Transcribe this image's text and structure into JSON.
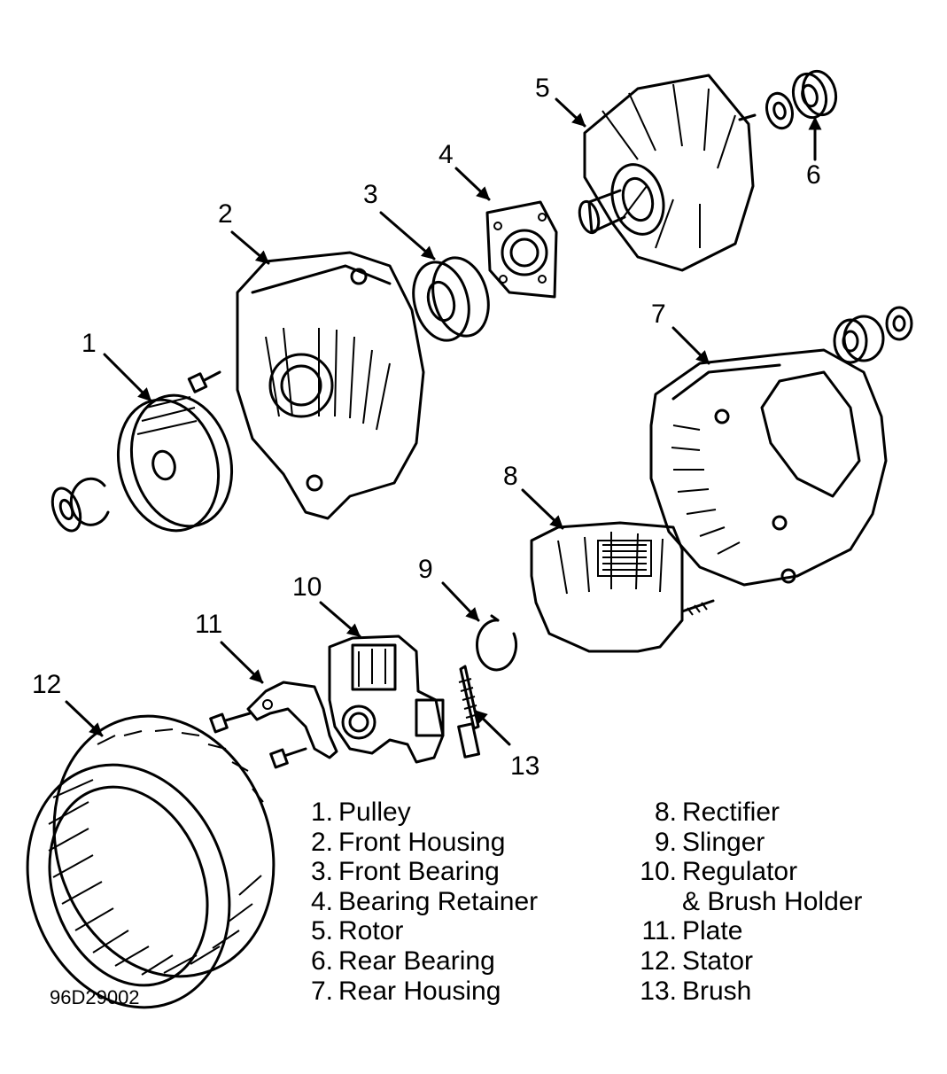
{
  "callouts": [
    {
      "num": "1"
    },
    {
      "num": "2"
    },
    {
      "num": "3"
    },
    {
      "num": "4"
    },
    {
      "num": "5"
    },
    {
      "num": "6"
    },
    {
      "num": "7"
    },
    {
      "num": "8"
    },
    {
      "num": "9"
    },
    {
      "num": "10"
    },
    {
      "num": "11"
    },
    {
      "num": "12"
    },
    {
      "num": "13"
    }
  ],
  "legend_left": [
    {
      "num": "1.",
      "label": "Pulley"
    },
    {
      "num": "2.",
      "label": "Front Housing"
    },
    {
      "num": "3.",
      "label": "Front Bearing"
    },
    {
      "num": "4.",
      "label": "Bearing Retainer"
    },
    {
      "num": "5.",
      "label": "Rotor"
    },
    {
      "num": "6.",
      "label": "Rear Bearing"
    },
    {
      "num": "7.",
      "label": "Rear Housing"
    }
  ],
  "legend_right": [
    {
      "num": "8.",
      "label": "Rectifier"
    },
    {
      "num": "9.",
      "label": "Slinger"
    },
    {
      "num": "10.",
      "label": "Regulator"
    },
    {
      "num": "",
      "label": "& Brush Holder"
    },
    {
      "num": "11.",
      "label": "Plate"
    },
    {
      "num": "12.",
      "label": "Stator"
    },
    {
      "num": "13.",
      "label": "Brush"
    }
  ],
  "figure_code": "96D29002"
}
